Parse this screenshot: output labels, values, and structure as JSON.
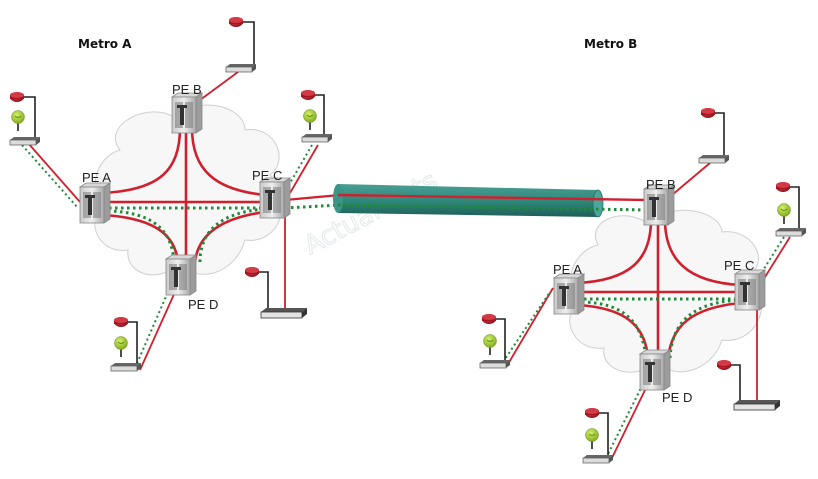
{
  "metros": [
    {
      "id": "metro-a",
      "title": "Metro A",
      "pe_nodes": [
        {
          "id": "pe-a",
          "label": "PE A"
        },
        {
          "id": "pe-b",
          "label": "PE B"
        },
        {
          "id": "pe-c",
          "label": "PE C"
        },
        {
          "id": "pe-d",
          "label": "PE D"
        }
      ],
      "customer_sites": [
        {
          "attached_to": "pe-a",
          "devices": [
            "router-icon",
            "phone-icon",
            "switch-icon"
          ],
          "links": [
            "red-solid",
            "green-dotted"
          ]
        },
        {
          "attached_to": "pe-b",
          "devices": [
            "router-icon",
            "switch-icon"
          ],
          "links": [
            "red-solid"
          ]
        },
        {
          "attached_to": "pe-c",
          "devices": [
            "router-icon",
            "phone-icon",
            "switch-icon"
          ],
          "links": [
            "red-solid",
            "green-dotted"
          ]
        },
        {
          "attached_to": "pe-c",
          "devices": [
            "router-icon",
            "switch-icon"
          ],
          "links": [
            "red-solid"
          ]
        },
        {
          "attached_to": "pe-d",
          "devices": [
            "router-icon",
            "phone-icon",
            "switch-icon"
          ],
          "links": [
            "red-solid",
            "green-dotted"
          ]
        }
      ]
    },
    {
      "id": "metro-b",
      "title": "Metro B",
      "pe_nodes": [
        {
          "id": "pe-a",
          "label": "PE A"
        },
        {
          "id": "pe-b",
          "label": "PE B"
        },
        {
          "id": "pe-c",
          "label": "PE C"
        },
        {
          "id": "pe-d",
          "label": "PE D"
        }
      ],
      "customer_sites": [
        {
          "attached_to": "pe-a",
          "devices": [
            "router-icon",
            "phone-icon",
            "switch-icon"
          ],
          "links": [
            "red-solid",
            "green-dotted"
          ]
        },
        {
          "attached_to": "pe-b",
          "devices": [
            "router-icon",
            "switch-icon"
          ],
          "links": [
            "red-solid"
          ]
        },
        {
          "attached_to": "pe-c",
          "devices": [
            "router-icon",
            "phone-icon",
            "switch-icon"
          ],
          "links": [
            "red-solid",
            "green-dotted"
          ]
        },
        {
          "attached_to": "pe-c",
          "devices": [
            "router-icon",
            "switch-icon"
          ],
          "links": [
            "red-solid"
          ]
        },
        {
          "attached_to": "pe-d",
          "devices": [
            "router-icon",
            "phone-icon",
            "switch-icon"
          ],
          "links": [
            "red-solid",
            "green-dotted"
          ]
        }
      ]
    }
  ],
  "interconnect": {
    "from": "metro-a.pe-c",
    "to": "metro-b.pe-b",
    "type": "tunnel",
    "links": [
      "red-solid",
      "green-dotted"
    ]
  },
  "colors": {
    "red_link": "#d0202e",
    "green_link": "#1f8a3a",
    "tunnel": "#2f8a7c",
    "cloud_stroke": "#c8c8c8",
    "device_gray": "#9a9a9a",
    "router_red": "#b3121f",
    "phone_green": "#9cc82a"
  },
  "watermark": "ActualTests"
}
